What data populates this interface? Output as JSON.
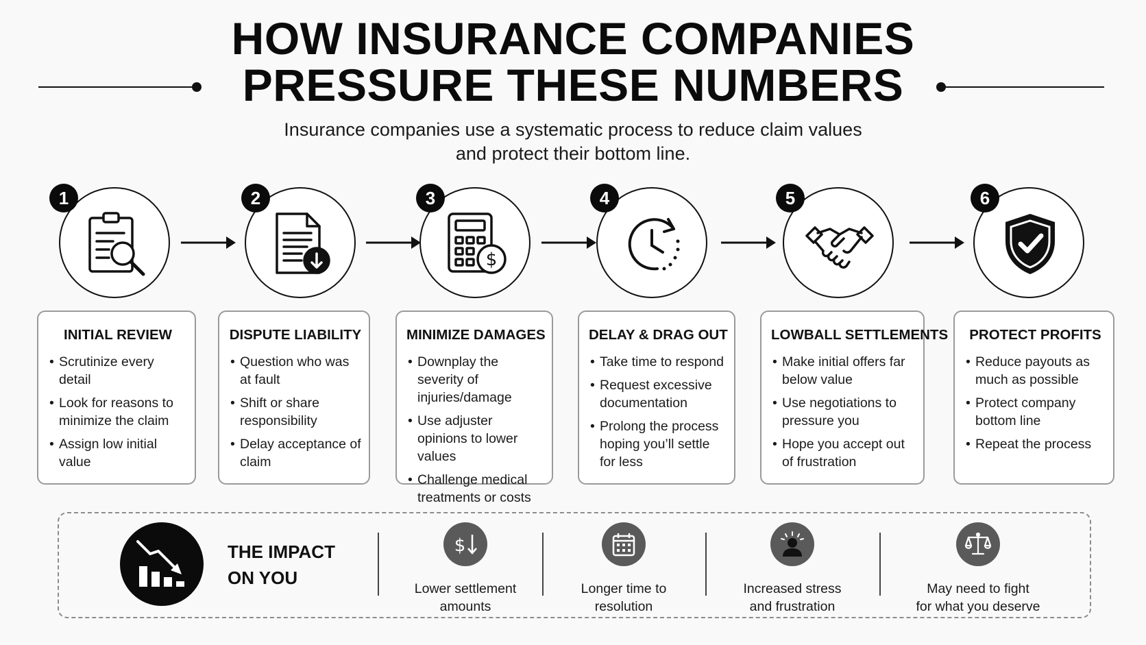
{
  "header": {
    "title_line1": "HOW INSURANCE COMPANIES",
    "title_line2": "PRESSURE THESE NUMBERS",
    "subtitle_line1": "Insurance companies use a systematic process to reduce claim values",
    "subtitle_line2": "and protect their bottom line."
  },
  "steps": [
    {
      "number": "1",
      "icon": "clipboard-magnifier-icon",
      "title": "INITIAL REVIEW",
      "bullets": [
        "Scrutinize every detail",
        "Look for reasons to minimize the claim",
        "Assign low initial value"
      ]
    },
    {
      "number": "2",
      "icon": "document-download-icon",
      "title": "DISPUTE LIABILITY",
      "bullets": [
        "Question who was at fault",
        "Shift or share responsibility",
        "Delay acceptance of claim"
      ]
    },
    {
      "number": "3",
      "icon": "calculator-dollar-icon",
      "title": "MINIMIZE DAMAGES",
      "bullets": [
        "Downplay the severity of injuries/damage",
        "Use adjuster opinions to lower values",
        "Challenge medical treatments or costs"
      ]
    },
    {
      "number": "4",
      "icon": "clock-icon",
      "title": "DELAY & DRAG OUT",
      "bullets": [
        "Take time to respond",
        "Request excessive documentation",
        "Prolong the process hoping you’ll settle for less"
      ]
    },
    {
      "number": "5",
      "icon": "handshake-icon",
      "title": "LOWBALL SETTLEMENTS",
      "bullets": [
        "Make initial offers far below value",
        "Use negotiations to pressure you",
        "Hope you accept out of frustration"
      ]
    },
    {
      "number": "6",
      "icon": "shield-check-icon",
      "title": "PROTECT PROFITS",
      "bullets": [
        "Reduce payouts as much as possible",
        "Protect company bottom line",
        "Repeat the process"
      ]
    }
  ],
  "impact": {
    "title_line1": "THE IMPACT",
    "title_line2": "ON YOU",
    "icon": "declining-chart-icon",
    "items": [
      {
        "icon": "dollar-down-icon",
        "line1": "Lower settlement",
        "line2": "amounts"
      },
      {
        "icon": "calendar-icon",
        "line1": "Longer time to",
        "line2": "resolution"
      },
      {
        "icon": "stressed-person-icon",
        "line1": "Increased stress",
        "line2": "and frustration"
      },
      {
        "icon": "scales-icon",
        "line1": "May need to fight",
        "line2": "for what you deserve"
      }
    ]
  },
  "colors": {
    "primary": "#0b0b0b",
    "card_border": "#9a9a9a",
    "impact_icon_bg": "#5a5a5a",
    "background": "#f9f9f9"
  }
}
